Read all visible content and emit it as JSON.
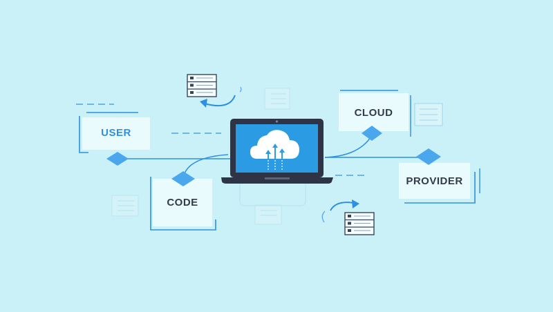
{
  "diagram": {
    "nodes": {
      "user": {
        "label": "USER",
        "color": "#2f8fe0"
      },
      "code": {
        "label": "CODE",
        "color": "#333b4a"
      },
      "cloud": {
        "label": "CLOUD",
        "color": "#333b4a"
      },
      "provider": {
        "label": "PROVIDER",
        "color": "#333b4a"
      }
    },
    "center": {
      "device": "laptop-icon",
      "screen_icon": "cloud-upload-icon"
    },
    "decorations": [
      "server-icon",
      "refresh-arrow-icon",
      "document-icon"
    ]
  },
  "colors": {
    "background": "#c9f1f7",
    "line": "#2f8fe0",
    "diamond": "#4aa7ee",
    "card": "#e9fbfd",
    "laptop_frame": "#2e3445",
    "screen": "#2b9be3"
  }
}
